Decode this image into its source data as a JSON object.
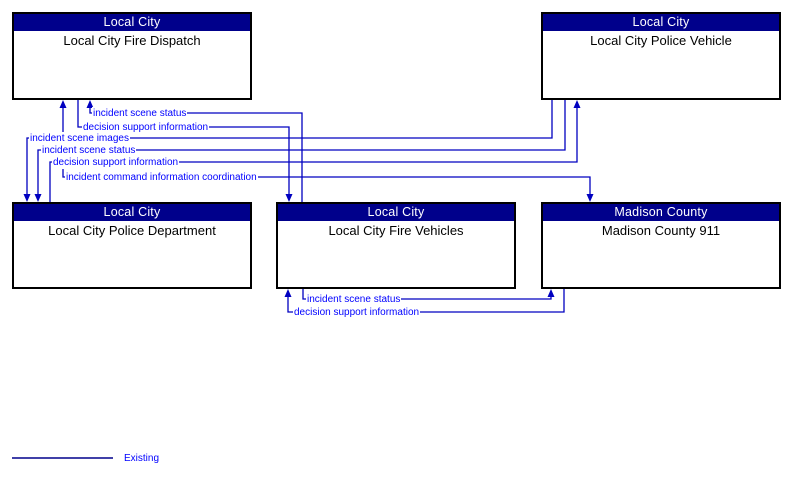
{
  "diagram": {
    "boxes": [
      {
        "id": "fire-dispatch",
        "header": "Local City",
        "title": "Local City Fire Dispatch"
      },
      {
        "id": "police-vehicle",
        "header": "Local City",
        "title": "Local City Police Vehicle"
      },
      {
        "id": "police-department",
        "header": "Local City",
        "title": "Local City Police Department"
      },
      {
        "id": "fire-vehicles",
        "header": "Local City",
        "title": "Local City Fire Vehicles"
      },
      {
        "id": "madison-911",
        "header": "Madison County",
        "title": "Madison County 911"
      }
    ],
    "flows": [
      {
        "label": "incident scene status",
        "from": "Local City Fire Vehicles",
        "to": "Local City Fire Dispatch",
        "bidirectional": false
      },
      {
        "label": "decision support information",
        "from": "Local City Fire Dispatch",
        "to": "Local City Fire Vehicles",
        "bidirectional": false
      },
      {
        "label": "incident scene images",
        "from": "Local City Police Vehicle",
        "to": "Local City Police Department",
        "bidirectional": false
      },
      {
        "label": "incident scene status",
        "from": "Local City Police Vehicle",
        "to": "Local City Police Department",
        "bidirectional": false
      },
      {
        "label": "decision support information",
        "from": "Local City Police Department",
        "to": "Local City Police Vehicle",
        "bidirectional": false
      },
      {
        "label": "incident command information coordination",
        "from": "Local City Fire Dispatch",
        "to": "Madison County 911",
        "bidirectional": true
      },
      {
        "label": "incident scene status",
        "from": "Local City Fire Vehicles",
        "to": "Madison County 911",
        "bidirectional": false
      },
      {
        "label": "decision support information",
        "from": "Madison County 911",
        "to": "Local City Fire Vehicles",
        "bidirectional": false
      }
    ],
    "legend": {
      "label": "Existing"
    },
    "colors": {
      "header_bg": "#00008B",
      "header_text": "#FFFFFF",
      "flow_line": "#0000C0",
      "flow_label_text": "#0000FF",
      "legend_line": "#00008B",
      "box_border": "#000000"
    }
  }
}
